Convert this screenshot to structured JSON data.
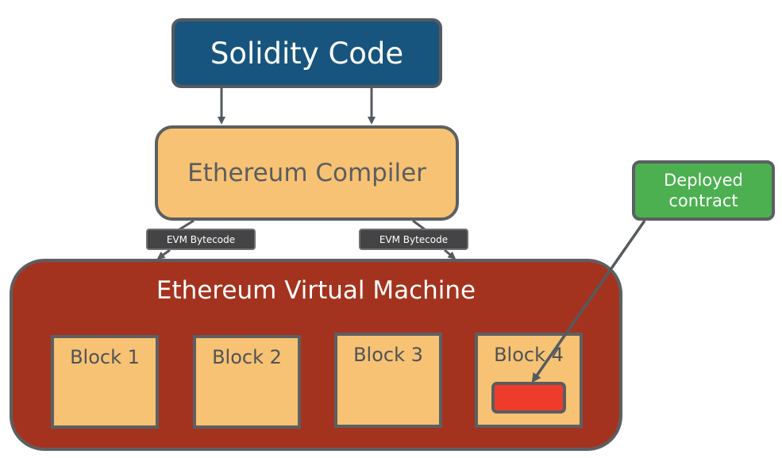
{
  "nodes": {
    "solidity_code": "Solidity Code",
    "compiler": "Ethereum Compiler",
    "bytecode_left": "EVM Bytecode",
    "bytecode_right": "EVM Bytecode",
    "evm": "Ethereum Virtual Machine",
    "blocks": [
      "Block 1",
      "Block 2",
      "Block 3",
      "Block 4"
    ],
    "deployed_line1": "Deployed",
    "deployed_line2": "contract"
  },
  "colors": {
    "solidity_fill": "#17557e",
    "compiler_fill": "#f7c273",
    "evm_fill": "#a3331e",
    "block_fill": "#f7c273",
    "contract_fill": "#ef3b2c",
    "deployed_fill": "#4caf50",
    "border": "#5b5f62"
  }
}
